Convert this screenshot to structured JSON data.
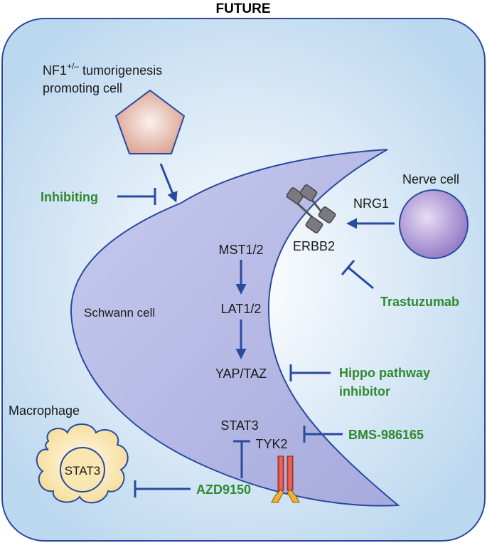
{
  "title": "FUTURE",
  "tumor_cell": {
    "label_line1_main": "NF1",
    "label_line1_sup": "+/–",
    "label_line1_rest": " tumorigenesis",
    "label_line2": "promoting cell"
  },
  "nerve_cell": {
    "label": "Nerve cell"
  },
  "schwann_cell": {
    "label": "Schwann cell"
  },
  "macrophage": {
    "label": "Macrophage",
    "inner_label": "STAT3"
  },
  "molecules": {
    "nrg1": "NRG1",
    "erbb2": "ERBB2",
    "mst": "MST1/2",
    "lat": "LAT1/2",
    "yap": "YAP/TAZ",
    "stat3": "STAT3",
    "tyk2": "TYK2"
  },
  "drugs": {
    "inhibiting": "Inhibiting",
    "trastuzumab": "Trastuzumab",
    "hippo_line1": "Hippo pathway",
    "hippo_line2": "inhibitor",
    "bms": "BMS-986165",
    "azd": "AZD9150"
  },
  "colors": {
    "background_fill": "#cfe3f3",
    "background_stroke": "#2a4aa0",
    "schwann_fill": "#b9bde4",
    "arrow": "#2a4aa0",
    "drug_text": "#2f8a2f",
    "tumor_fill": "#e8b9ae",
    "nerve_fill": "#a98fd0",
    "macrophage_fill": "#f7e3a0"
  }
}
